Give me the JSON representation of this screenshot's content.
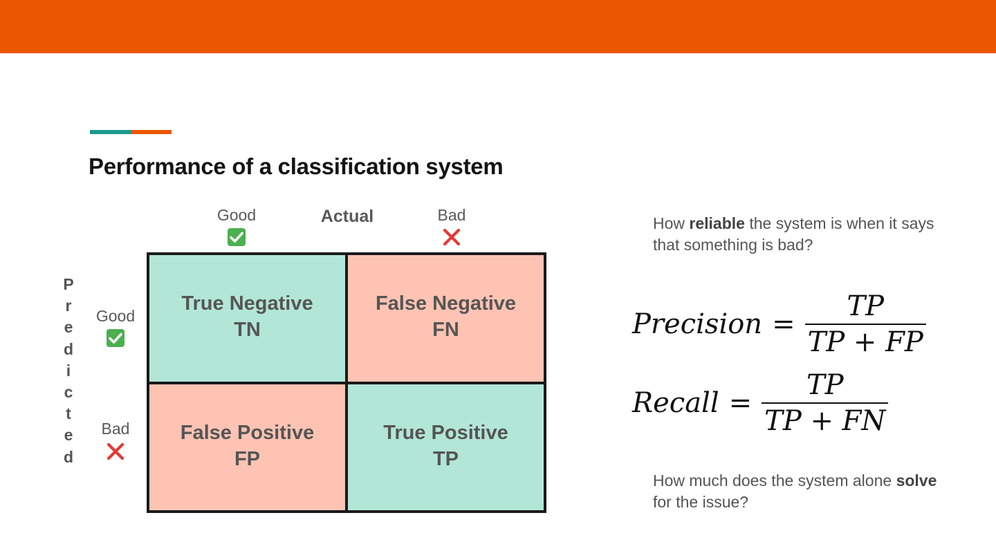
{
  "colors": {
    "header_bar": "#EB5600",
    "accent_teal": "#1A9A8C",
    "accent_orange": "#EB5600",
    "true_cell": "#B2E6D6",
    "false_cell": "#FEC3B3",
    "check_green": "#4CAF50",
    "cross_red": "#E53935"
  },
  "slide": {
    "title": "Performance of a classification system"
  },
  "matrix": {
    "actual_label": "Actual",
    "predicted_letters": [
      "P",
      "r",
      "e",
      "d",
      "i",
      "c",
      "t",
      "e",
      "d"
    ],
    "col_good": "Good",
    "col_bad": "Bad",
    "row_good": "Good",
    "row_bad": "Bad",
    "good_icon": "check-mark-icon",
    "bad_icon": "cross-mark-icon",
    "cells": [
      {
        "line1": "True Negative",
        "line2": "TN"
      },
      {
        "line1": "False Negative",
        "line2": "FN"
      },
      {
        "line1": "False Positive",
        "line2": "FP"
      },
      {
        "line1": "True Positive",
        "line2": "TP"
      }
    ]
  },
  "precision_note": {
    "pre": "How ",
    "bold": "reliable",
    "post": " the system is when it says that something is bad?"
  },
  "recall_note": {
    "pre": "How much does the system alone ",
    "bold": "solve",
    "post": "  for the issue?"
  },
  "formulas": {
    "precision": {
      "lhs": "Precision",
      "eq": "=",
      "num": "TP",
      "den": "TP + FP"
    },
    "recall": {
      "lhs": "Recall",
      "eq": "=",
      "num": "TP",
      "den": "TP + FN"
    }
  }
}
